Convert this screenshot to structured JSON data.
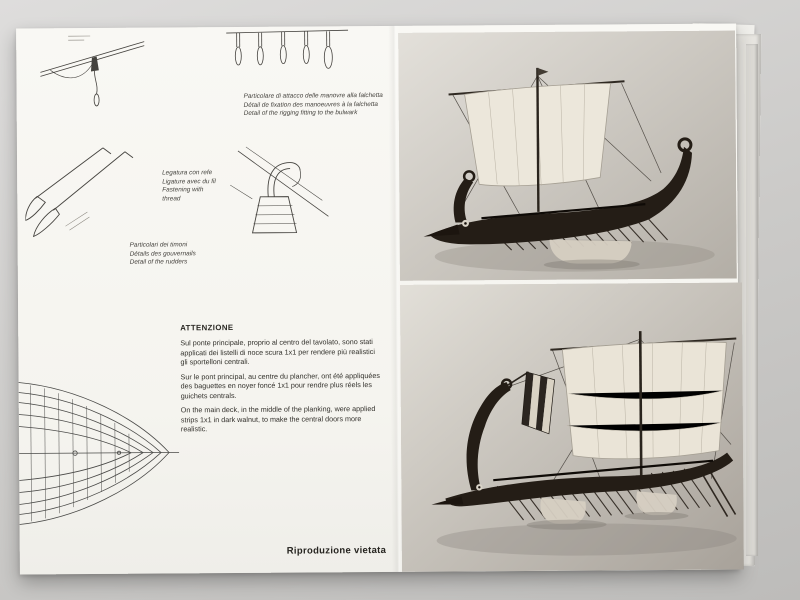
{
  "document": {
    "stamp": "Riproduzione vietata",
    "attention": {
      "title": "ATTENZIONE",
      "paragraph_it": "Sul ponte principale, proprio al centro del tavolato, sono stati applicati dei listelli di noce scura 1x1 per rendere più realistici gli sportelloni centrali.",
      "paragraph_fr": "Sur le pont principal, au centre du plancher, ont été appliquées des baguettes en noyer foncé 1x1 pour rendre plus réels les guichets centrals.",
      "paragraph_en": "On the main deck, in the middle of the planking, were applied strips 1x1 in dark walnut, to make the central doors more realistic."
    },
    "captions": {
      "rigging": {
        "it": "Particolare di attacco delle manovre alla falchetta",
        "fr": "Détail de fixation des manoeuvres à la falchetta",
        "en": "Detail of the rigging fitting to the bulwark"
      },
      "fastening": {
        "it": "Legatura con refe",
        "fr": "Ligature avec du fil",
        "en": "Fastening with thread"
      },
      "rudders": {
        "it": "Particolari dei timoni",
        "fr": "Détails des gouvernails",
        "en": "Detail of the rudders"
      }
    },
    "colors": {
      "backdrop": "#cbcac8",
      "paper": "#f8f7f3",
      "photo_background": "#d8d4cd",
      "hull": "#241d16",
      "sail": "#ece7db"
    }
  }
}
